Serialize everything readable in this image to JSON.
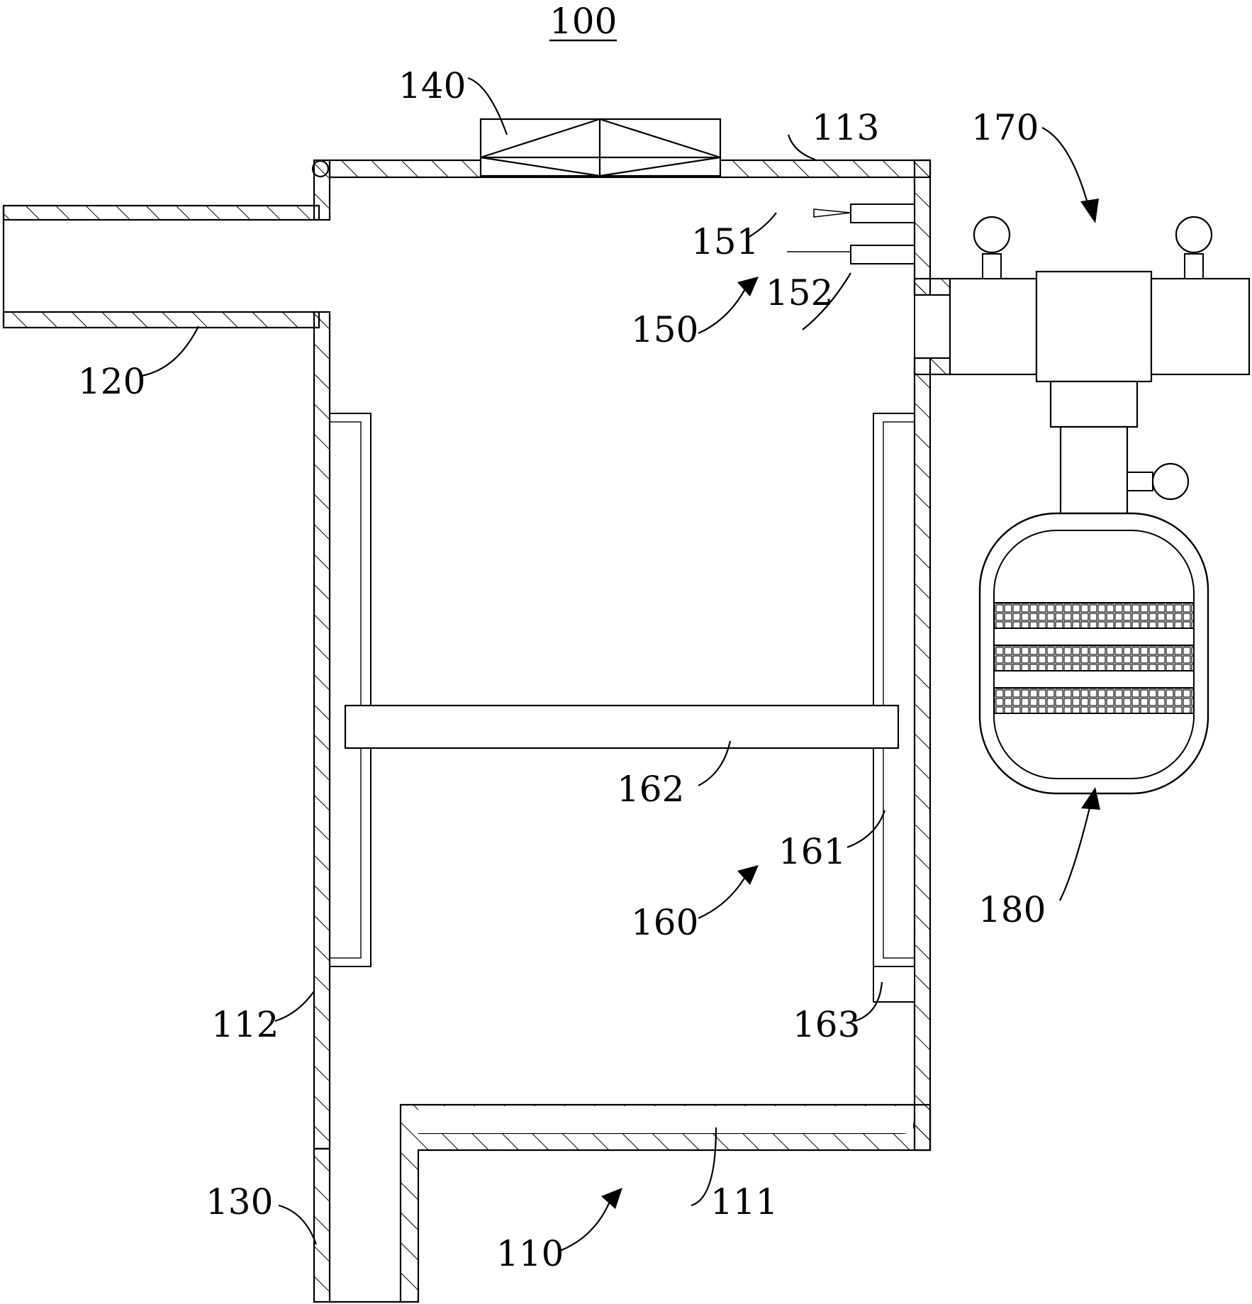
{
  "figure": {
    "title": "100",
    "labels": {
      "l110": "110",
      "l111": "111",
      "l112": "112",
      "l113": "113",
      "l120": "120",
      "l130": "130",
      "l140": "140",
      "l150": "150",
      "l151": "151",
      "l152": "152",
      "l160": "160",
      "l161": "161",
      "l162": "162",
      "l163": "163",
      "l170": "170",
      "l180": "180"
    }
  }
}
